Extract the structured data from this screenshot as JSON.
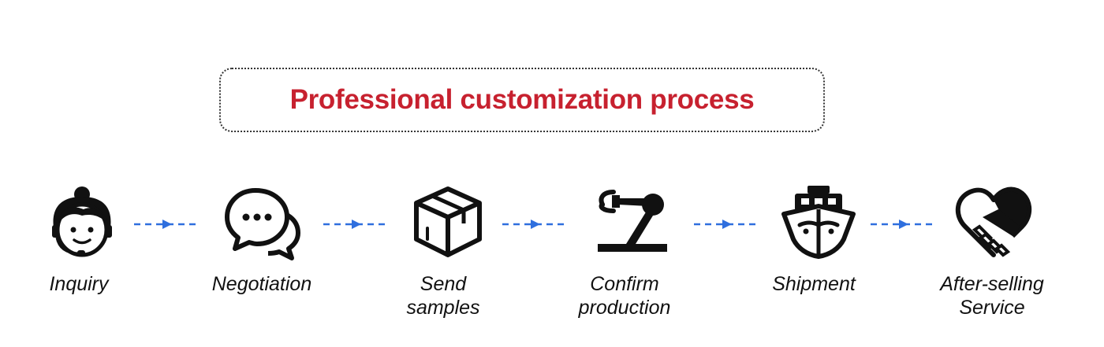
{
  "title": "Professional customization process",
  "colors": {
    "title": "#c7212f",
    "connector": "#2f6fde",
    "icon": "#111111",
    "label": "#111111",
    "box_border": "#333333"
  },
  "steps": [
    {
      "label": "Inquiry",
      "icon": "customer-service-agent-icon"
    },
    {
      "label": "Negotiation",
      "icon": "chat-bubbles-icon"
    },
    {
      "label": "Send\nsamples",
      "icon": "package-box-icon"
    },
    {
      "label": "Confirm\nproduction",
      "icon": "robotic-arm-icon"
    },
    {
      "label": "Shipment",
      "icon": "ship-icon"
    },
    {
      "label": "After-selling\nService",
      "icon": "heart-handshake-icon"
    }
  ]
}
